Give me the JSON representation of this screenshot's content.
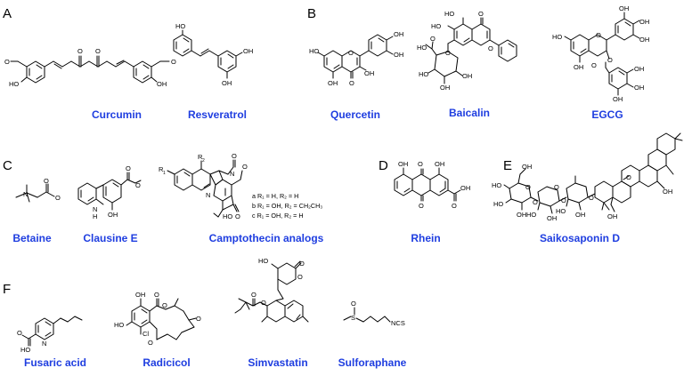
{
  "panels": {
    "A": {
      "label": "A",
      "compounds": [
        "Curcumin",
        "Resveratrol"
      ]
    },
    "B": {
      "label": "B",
      "compounds": [
        "Quercetin",
        "Baicalin",
        "EGCG"
      ]
    },
    "C": {
      "label": "C",
      "compounds": [
        "Betaine",
        "Clausine E",
        "Camptothecin analogs"
      ]
    },
    "D": {
      "label": "D",
      "compounds": [
        "Rhein"
      ]
    },
    "E": {
      "label": "E",
      "compounds": [
        "Saikosaponin D"
      ]
    },
    "F": {
      "label": "F",
      "compounds": [
        "Fusaric acid",
        "Radicicol",
        "Simvastatin",
        "Sulforaphane"
      ]
    }
  },
  "atom_labels": {
    "oh": "OH",
    "ho": "HO",
    "o": "O",
    "h": "H",
    "n": "N",
    "cl": "Cl",
    "ncs": "NCS",
    "r1": "R",
    "r2": "R",
    "sub1": "1",
    "sub2": "2"
  },
  "camptothecin_legend": {
    "a": "a R₁ = H,    R₂ = H",
    "b": "b R₁ = OH, R₂ = CH₂CH₃",
    "c": "c R₁ = OH, R₂ = H"
  },
  "colors": {
    "compound_name": "#1f3ee0",
    "bond": "#000000",
    "background": "#ffffff"
  }
}
